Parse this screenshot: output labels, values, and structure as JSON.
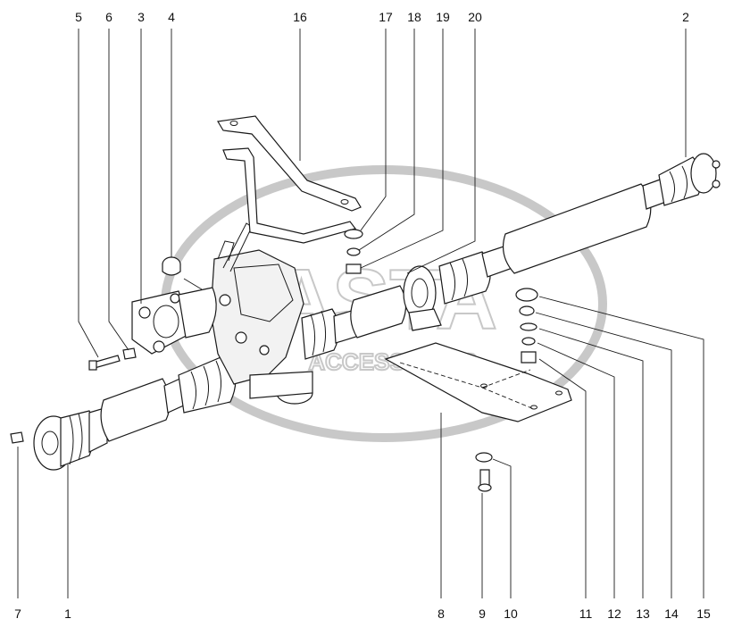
{
  "diagram": {
    "watermark": {
      "line1": "ASTA",
      "line2": "ACCESSORIES"
    },
    "callouts": [
      {
        "id": "1",
        "label": "1"
      },
      {
        "id": "2",
        "label": "2"
      },
      {
        "id": "3",
        "label": "3"
      },
      {
        "id": "4",
        "label": "4"
      },
      {
        "id": "5",
        "label": "5"
      },
      {
        "id": "6",
        "label": "6"
      },
      {
        "id": "7",
        "label": "7"
      },
      {
        "id": "8",
        "label": "8"
      },
      {
        "id": "9",
        "label": "9"
      },
      {
        "id": "10",
        "label": "10"
      },
      {
        "id": "11",
        "label": "11"
      },
      {
        "id": "12",
        "label": "12"
      },
      {
        "id": "13",
        "label": "13"
      },
      {
        "id": "14",
        "label": "14"
      },
      {
        "id": "15",
        "label": "15"
      },
      {
        "id": "16",
        "label": "16"
      },
      {
        "id": "17",
        "label": "17"
      },
      {
        "id": "18",
        "label": "18"
      },
      {
        "id": "19",
        "label": "19"
      },
      {
        "id": "20",
        "label": "20"
      }
    ],
    "colors": {
      "line": "#1a1a1a",
      "watermark": "#c8c8c8",
      "background": "#ffffff"
    }
  }
}
